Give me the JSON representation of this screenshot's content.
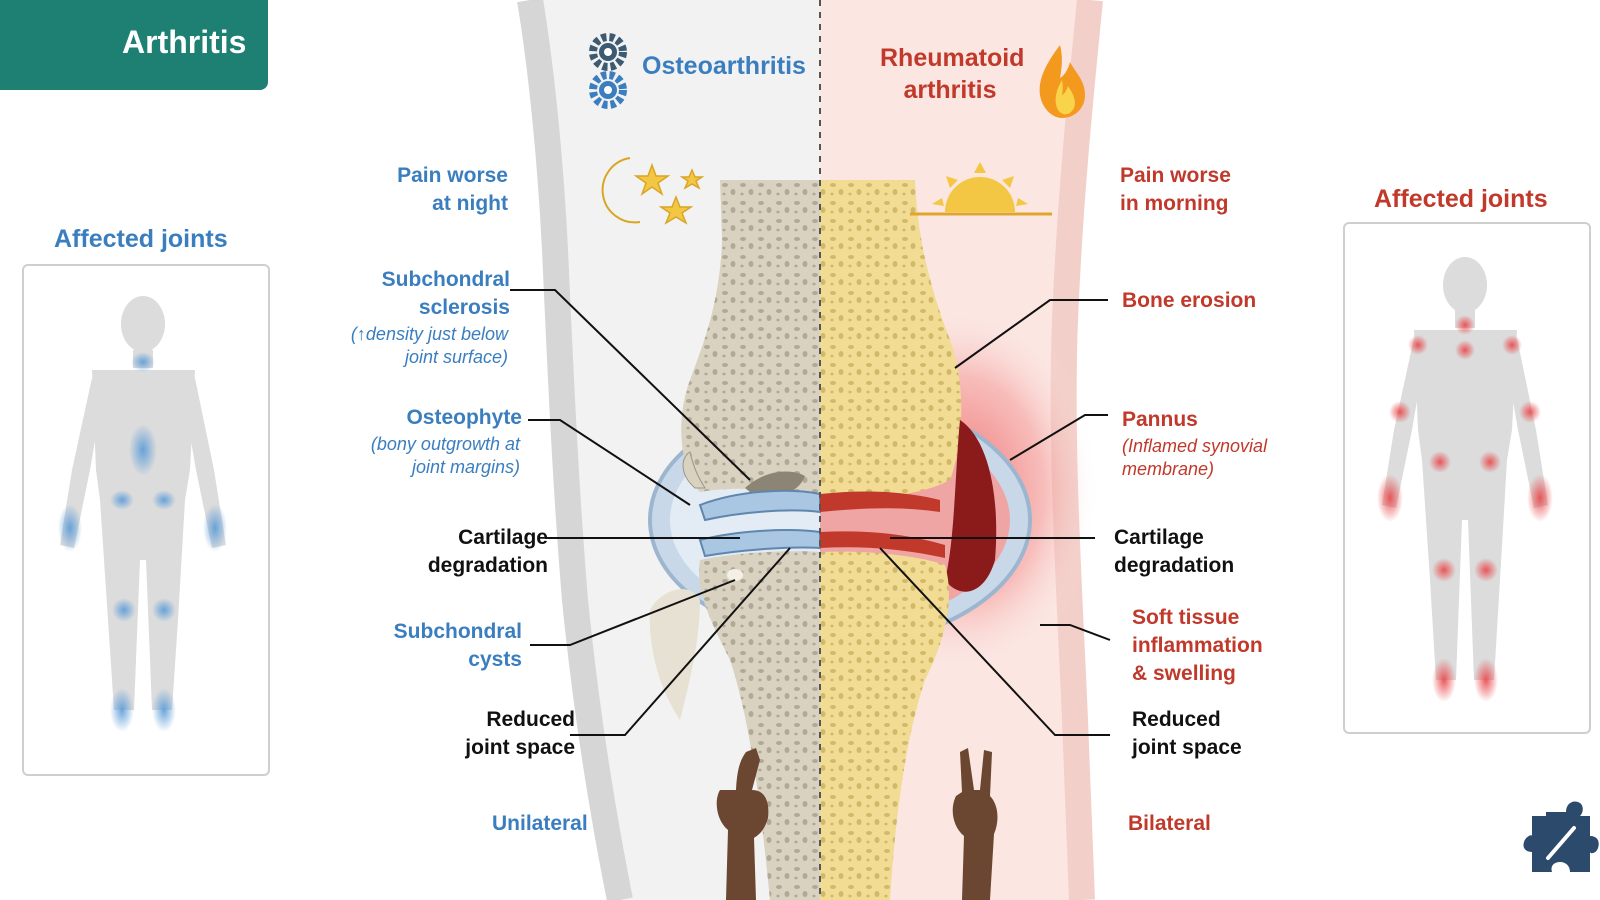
{
  "title": "Arthritis",
  "osteo": {
    "heading": "Osteoarthritis",
    "pain": "Pain worse\nat night",
    "sclerosis": "Subchondral\nsclerosis",
    "sclerosis_note": "(↑density just below\njoint surface)",
    "osteophyte": "Osteophyte",
    "osteophyte_note": "(bony outgrowth at\njoint margins)",
    "cartilage": "Cartilage\ndegradation",
    "cysts": "Subchondral\ncysts",
    "joint_space": "Reduced\njoint space",
    "laterality": "Unilateral",
    "affected_title": "Affected joints"
  },
  "rheum": {
    "heading": "Rheumatoid\narthritis",
    "pain": "Pain worse\nin morning",
    "erosion": "Bone erosion",
    "pannus": "Pannus",
    "pannus_note": "(Inflamed synovial\nmembrane)",
    "cartilage": "Cartilage\ndegradation",
    "soft_tissue": "Soft tissue\ninflammation\n& swelling",
    "joint_space": "Reduced\njoint space",
    "laterality": "Bilateral",
    "affected_title": "Affected joints"
  },
  "colors": {
    "teal": "#1e7f73",
    "osteo_blue": "#3a7ebf",
    "rheum_red": "#c0392b"
  },
  "icons": [
    "syringe-icon",
    "gears-icon",
    "flame-icon",
    "moon-stars-icon",
    "sun-icon",
    "one-finger-hand-icon",
    "two-finger-hand-icon",
    "puzzle-icon"
  ]
}
